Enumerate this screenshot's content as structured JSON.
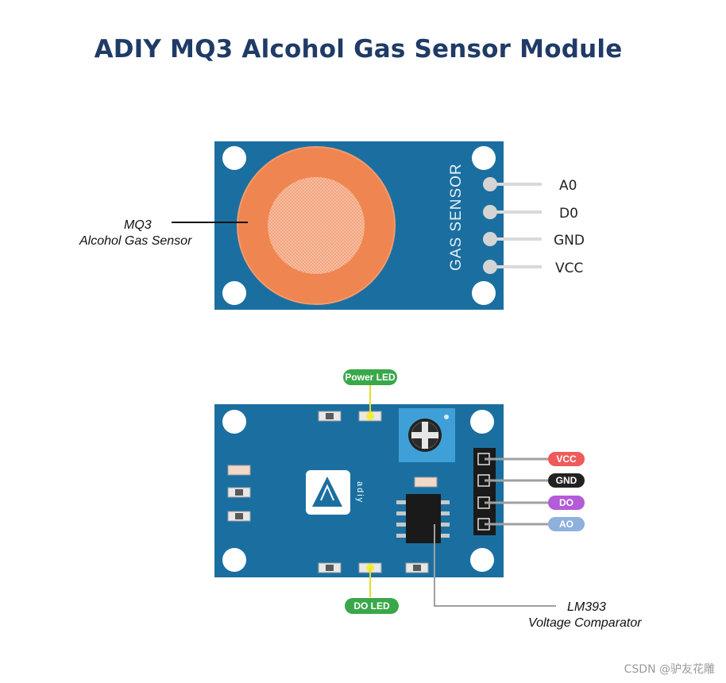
{
  "title": "ADIY MQ3 Alcohol Gas Sensor Module",
  "top_module": {
    "board_text": "GAS SENSOR",
    "sensor_label_line1": "MQ3",
    "sensor_label_line2": "Alcohol Gas Sensor",
    "pins": [
      "A0",
      "D0",
      "GND",
      "VCC"
    ]
  },
  "bottom_module": {
    "power_led_label": "Power LED",
    "do_led_label": "DO LED",
    "logo_text": "adiy",
    "chip_label_line1": "LM393",
    "chip_label_line2": "Voltage Comparator",
    "pins": [
      {
        "label": "VCC",
        "color": "#ef5b5b"
      },
      {
        "label": "GND",
        "color": "#222222"
      },
      {
        "label": "DO",
        "color": "#b35bd8"
      },
      {
        "label": "AO",
        "color": "#8fb0dc"
      }
    ]
  },
  "colors": {
    "pcb": "#1a6fa0",
    "title": "#1f3b66",
    "sensor": "#ef8550",
    "led_green_pill": "#3aa84a",
    "potentiometer_bg": "#3fa0d8"
  },
  "watermark": "CSDN @驴友花雕"
}
